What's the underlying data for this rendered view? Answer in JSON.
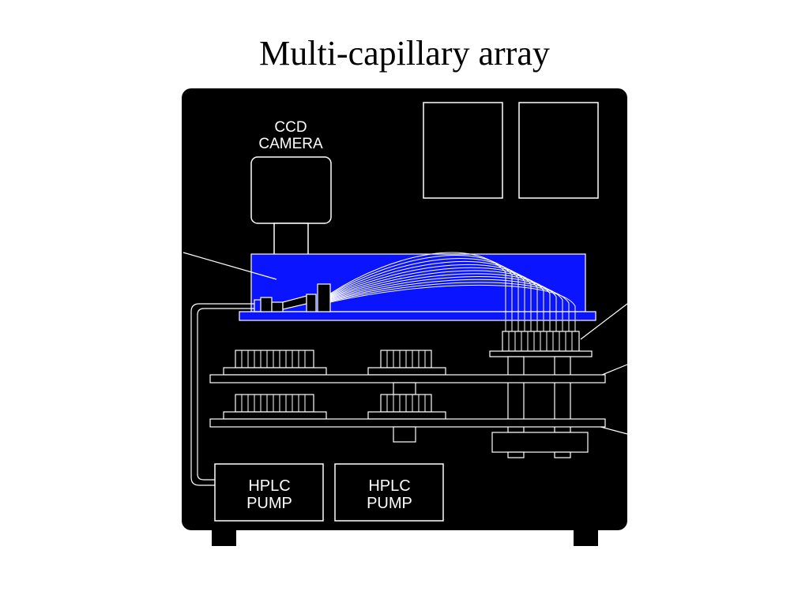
{
  "title": "Multi-capillary array",
  "labels": {
    "ccd_line1": "CCD",
    "ccd_line2": "CAMERA",
    "pump1_line1": "HPLC",
    "pump1_line2": "PUMP",
    "pump2_line1": "HPLC",
    "pump2_line2": "PUMP"
  },
  "colors": {
    "cabinet": "#000000",
    "outline": "#ffffff",
    "capillary_stage": "#0a14ff"
  }
}
